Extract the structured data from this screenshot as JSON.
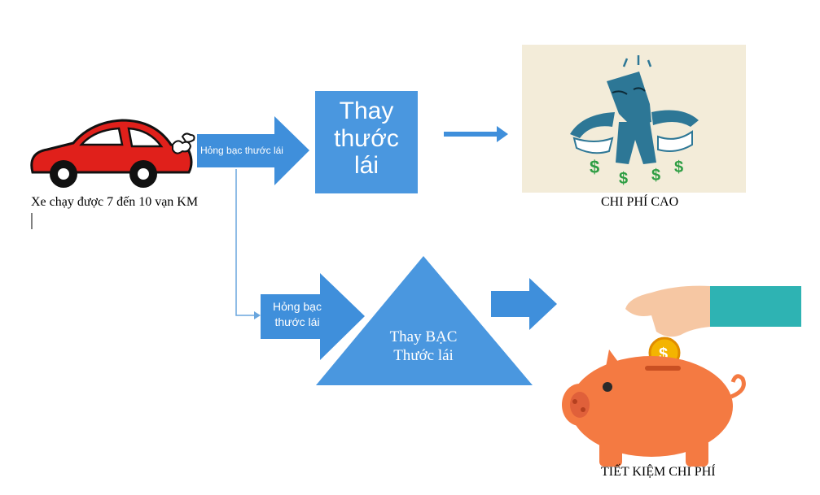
{
  "start": {
    "caption": "Xe chạy được 7 đến 10 vạn KM"
  },
  "path_top": {
    "arrow_label": "Hỏng bạc thước lái",
    "box_label_lines": [
      "Thay",
      "thước",
      "lái"
    ],
    "result_caption": "CHI PHÍ CAO"
  },
  "path_bottom": {
    "arrow_label_lines": [
      "Hỏng bạc",
      "thước lái"
    ],
    "triangle_label_lines": [
      "Thay BẠC",
      "Thước lái"
    ],
    "result_caption": "TIẾT KIỆM CHI PHÍ"
  },
  "colors": {
    "shape_blue": "#3f8fdb",
    "box_blue": "#4a97df",
    "connector_blue": "#6aa6de",
    "car_red": "#e0201b",
    "piggy_orange": "#f47a42",
    "person_teal": "#2d7796",
    "dollar_green": "#2e9e44",
    "poster_bg": "#f3ecd9"
  },
  "icons": {
    "car": "red-car-icon",
    "poor_person": "empty-pockets-person-icon",
    "piggy_bank": "piggy-bank-coin-icon"
  }
}
